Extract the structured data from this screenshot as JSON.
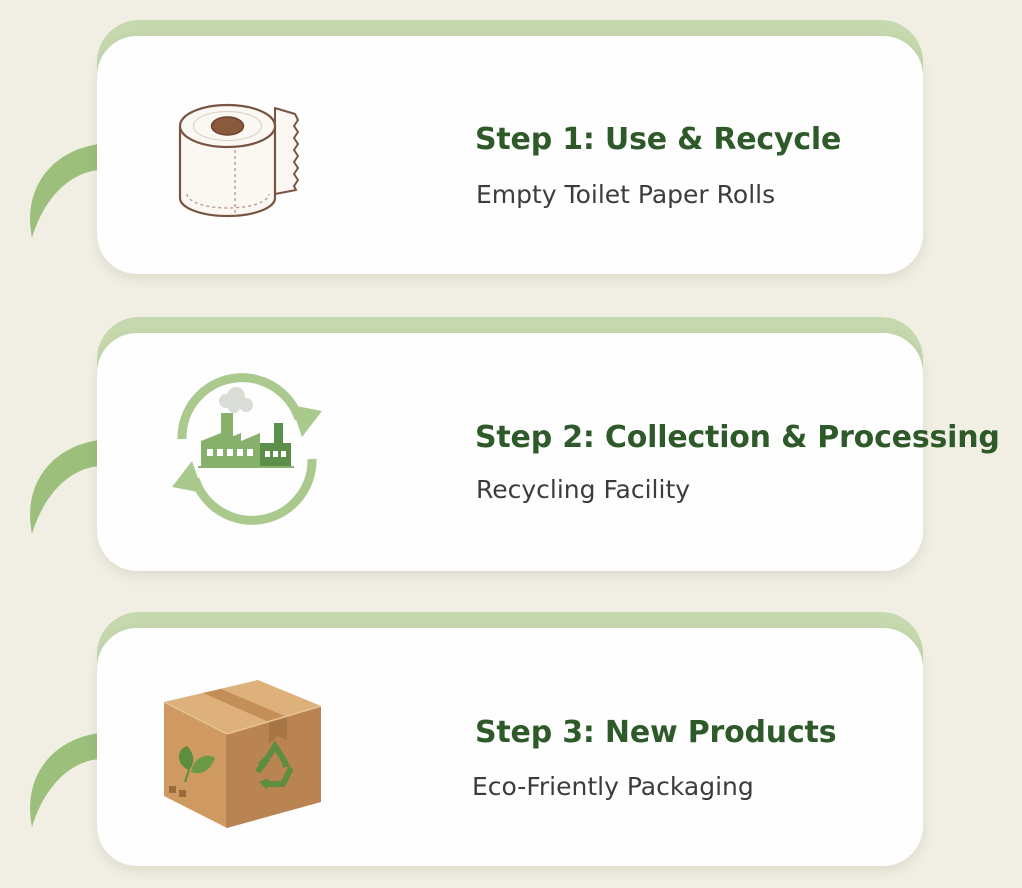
{
  "colors": {
    "background": "#f1efe3",
    "card": "#fefefe",
    "card_accent": "#c6d8ae",
    "arrow": "#9cbf7c",
    "title": "#2e5a2a",
    "subtitle": "#3c3c3c"
  },
  "steps": [
    {
      "title": "Step 1: Use & Recycle",
      "subtitle": "Empty Toilet Paper Rolls",
      "icon": "toilet-paper-roll-icon"
    },
    {
      "title": "Step 2: Collection & Processing",
      "subtitle": "Recycling Facility",
      "icon": "recycling-factory-icon"
    },
    {
      "title": "Step 3: New Products",
      "subtitle": "Eco-Friently Packaging",
      "icon": "eco-cardboard-box-icon"
    }
  ]
}
